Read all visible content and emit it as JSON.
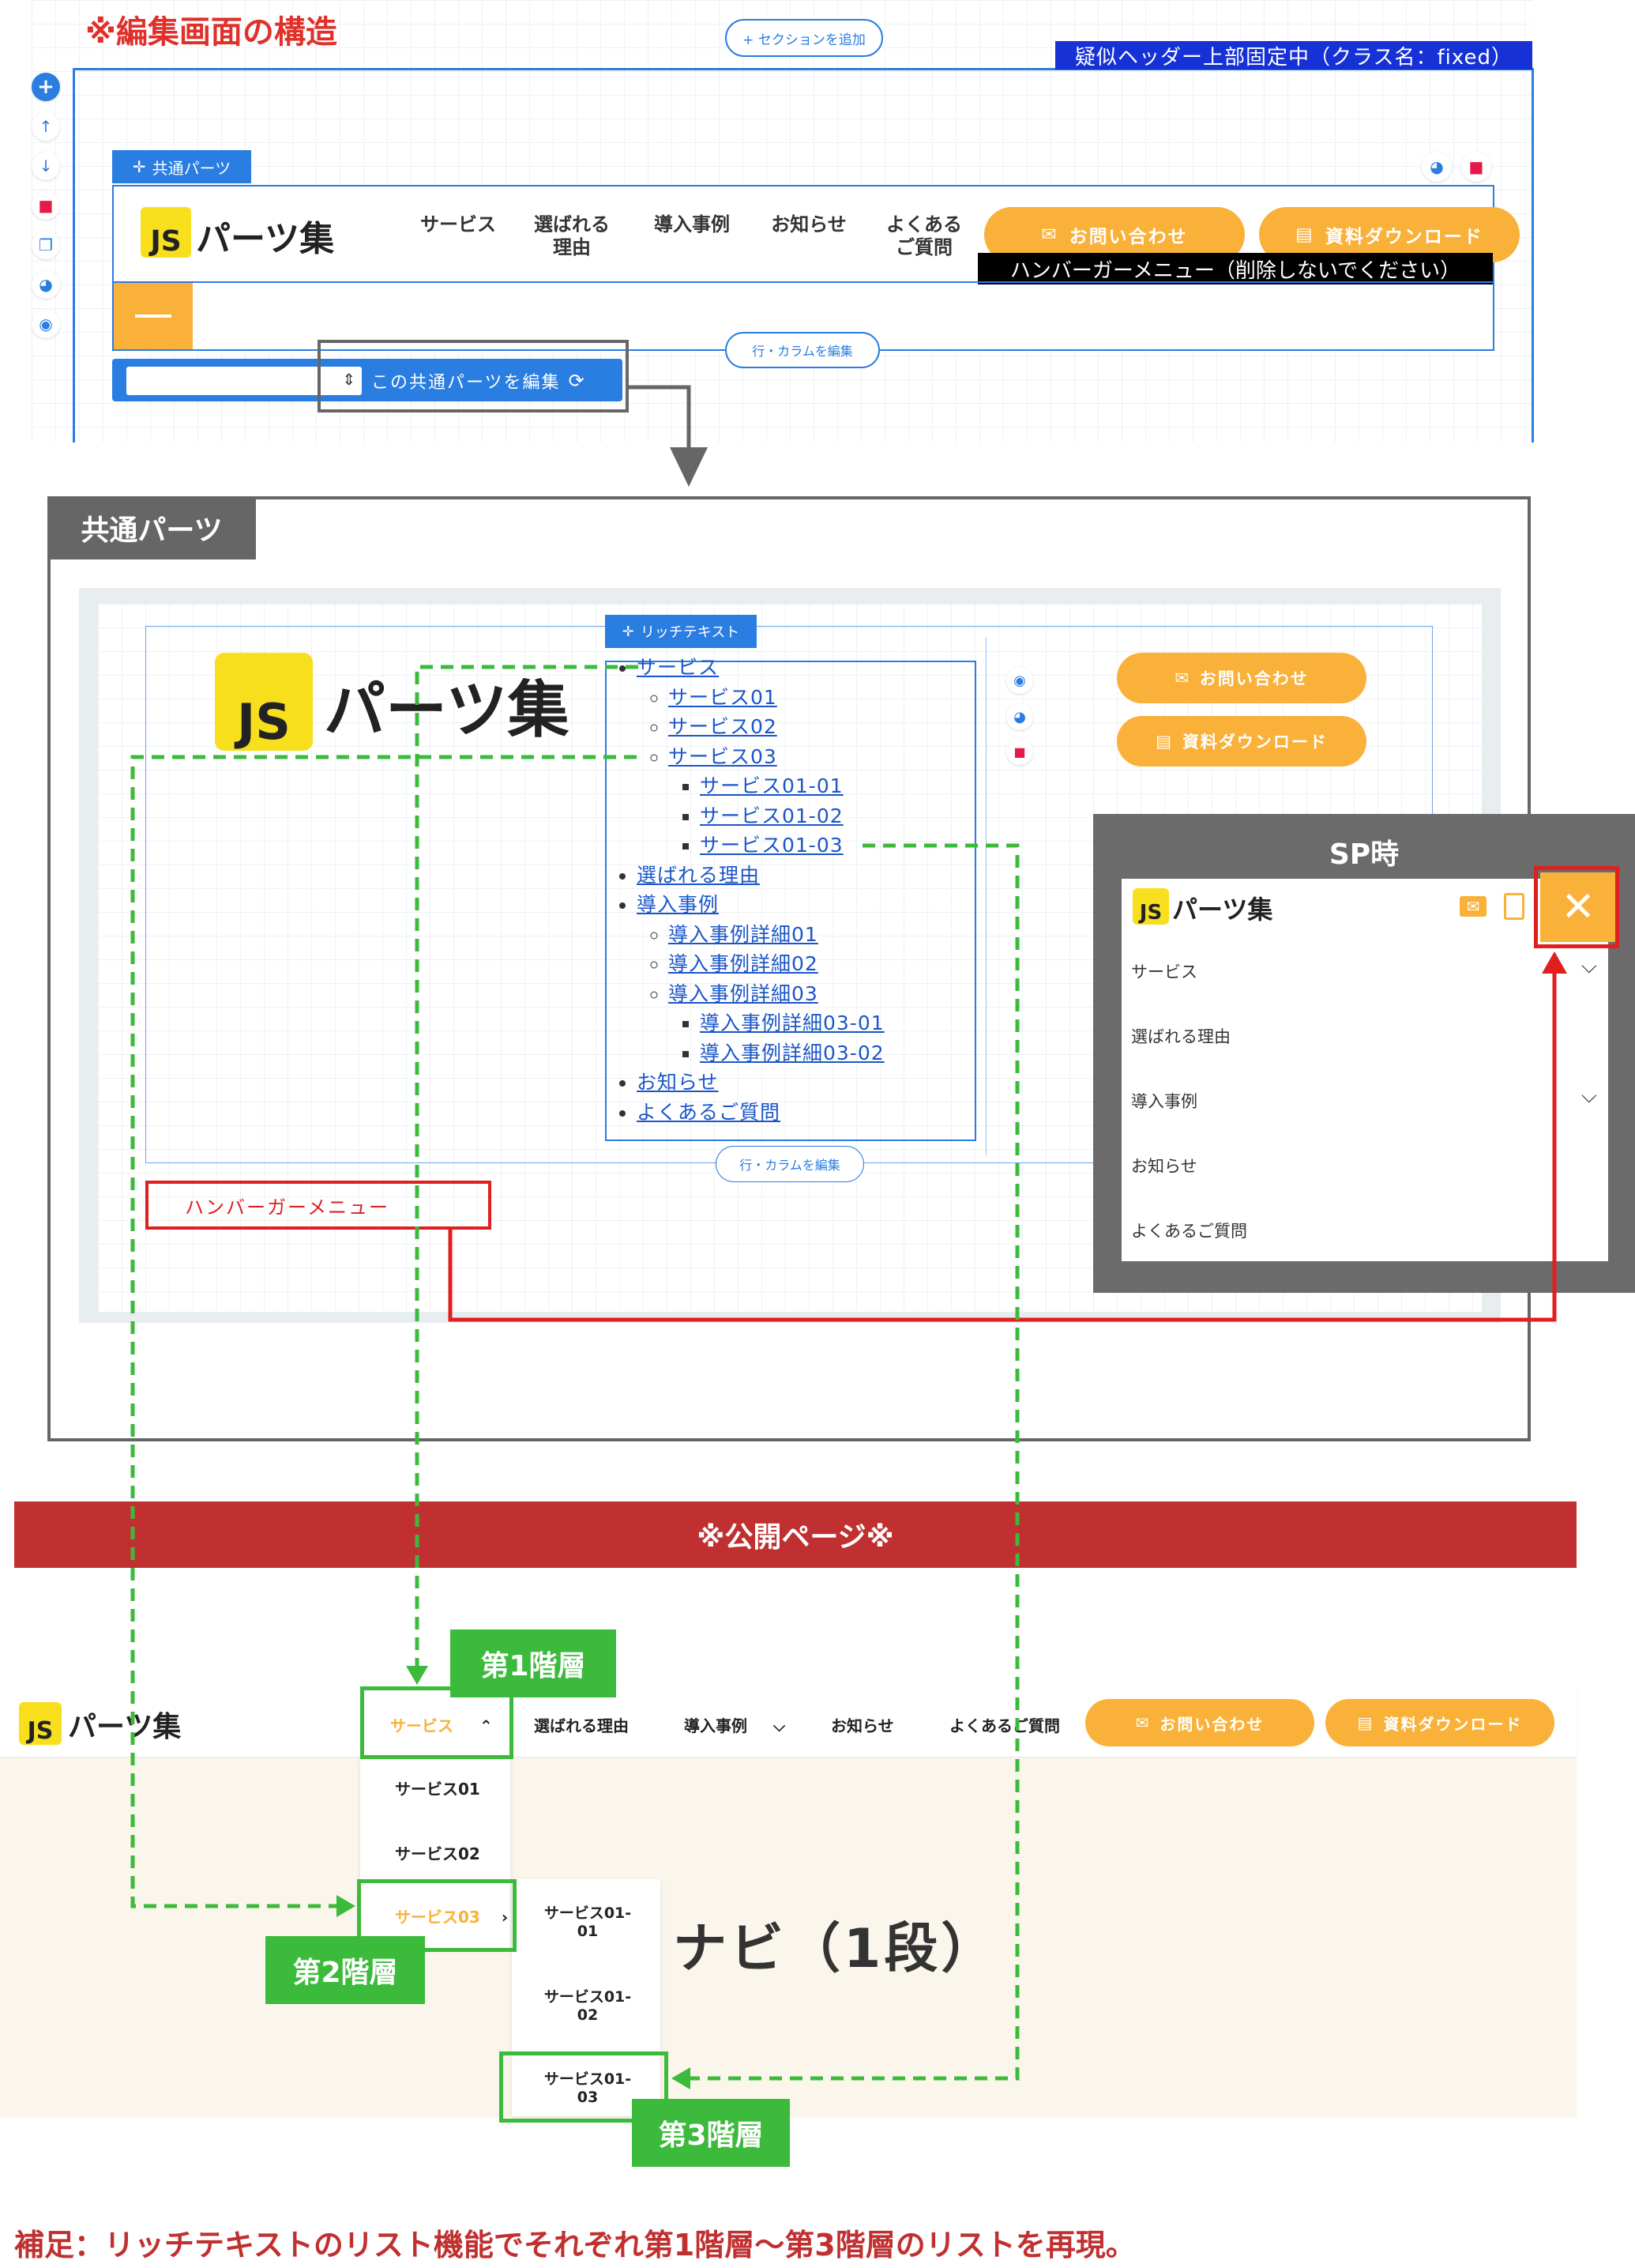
{
  "editor": {
    "heading": "※編集画面の構造",
    "add_section": "+ セクションを追加",
    "pseudo_header_note": "疑似ヘッダー上部固定中（クラス名：fixed）",
    "common_parts_tag": "共通パーツ",
    "logo_js": "JS",
    "logo_text": "パーツ集",
    "nav": [
      "サービス",
      "選ばれる\n理由",
      "導入事例",
      "お知らせ",
      "よくある\nご質問"
    ],
    "btn_contact": "お問い合わせ",
    "btn_download": "資料ダウンロード",
    "hamburger_note": "ハンバーガーメニュー（削除しないでください）",
    "row_col_edit": "行・カラムを編集",
    "edit_common_parts": "この共通パーツを編集"
  },
  "common_parts_panel": {
    "title": "共通パーツ",
    "rich_text_tag": "リッチテキスト",
    "logo_js": "JS",
    "logo_text": "パーツ集",
    "list": {
      "l1_service": "サービス",
      "l2_service01": "サービス01",
      "l2_service02": "サービス02",
      "l2_service03": "サービス03",
      "l3_0101": "サービス01-01",
      "l3_0102": "サービス01-02",
      "l3_0103": "サービス01-03",
      "l1_reason": "選ばれる理由",
      "l1_cases": "導入事例",
      "l2_case01": "導入事例詳細01",
      "l2_case02": "導入事例詳細02",
      "l2_case03": "導入事例詳細03",
      "l3_case0301": "導入事例詳細03-01",
      "l3_case0302": "導入事例詳細03-02",
      "l1_news": "お知らせ",
      "l1_faq": "よくあるご質問"
    },
    "btn_contact": "お問い合わせ",
    "btn_download": "資料ダウンロード",
    "row_col_edit": "行・カラムを編集",
    "hamburger": "ハンバーガーメニュー"
  },
  "sp": {
    "title": "SP時",
    "logo_js": "JS",
    "logo_text": "パーツ集",
    "items": [
      "サービス",
      "選ばれる理由",
      "導入事例",
      "お知らせ",
      "よくあるご質問"
    ]
  },
  "public": {
    "banner": "※公開ページ※",
    "logo_js": "JS",
    "logo_text": "パーツ集",
    "nav": [
      "サービス",
      "選ばれる理由",
      "導入事例",
      "お知らせ",
      "よくあるご質問"
    ],
    "btn_contact": "お問い合わせ",
    "btn_download": "資料ダウンロード",
    "submenu": [
      "サービス01",
      "サービス02",
      "サービス03"
    ],
    "submenu3": [
      "サービス01-\n01",
      "サービス01-\n02",
      "サービス01-\n03"
    ],
    "hero_text": "ｘナビ（1段）",
    "level1": "第1階層",
    "level2": "第2階層",
    "level3": "第3階層"
  },
  "footnote": "補足：リッチテキストのリスト機能でそれぞれ第1階層〜第3階層のリストを再現。",
  "colors": {
    "orange": "#f9b13a",
    "blue": "#2a7de1",
    "red": "#e01f1f",
    "green": "#3cba3c",
    "banner_red": "#c03030"
  }
}
